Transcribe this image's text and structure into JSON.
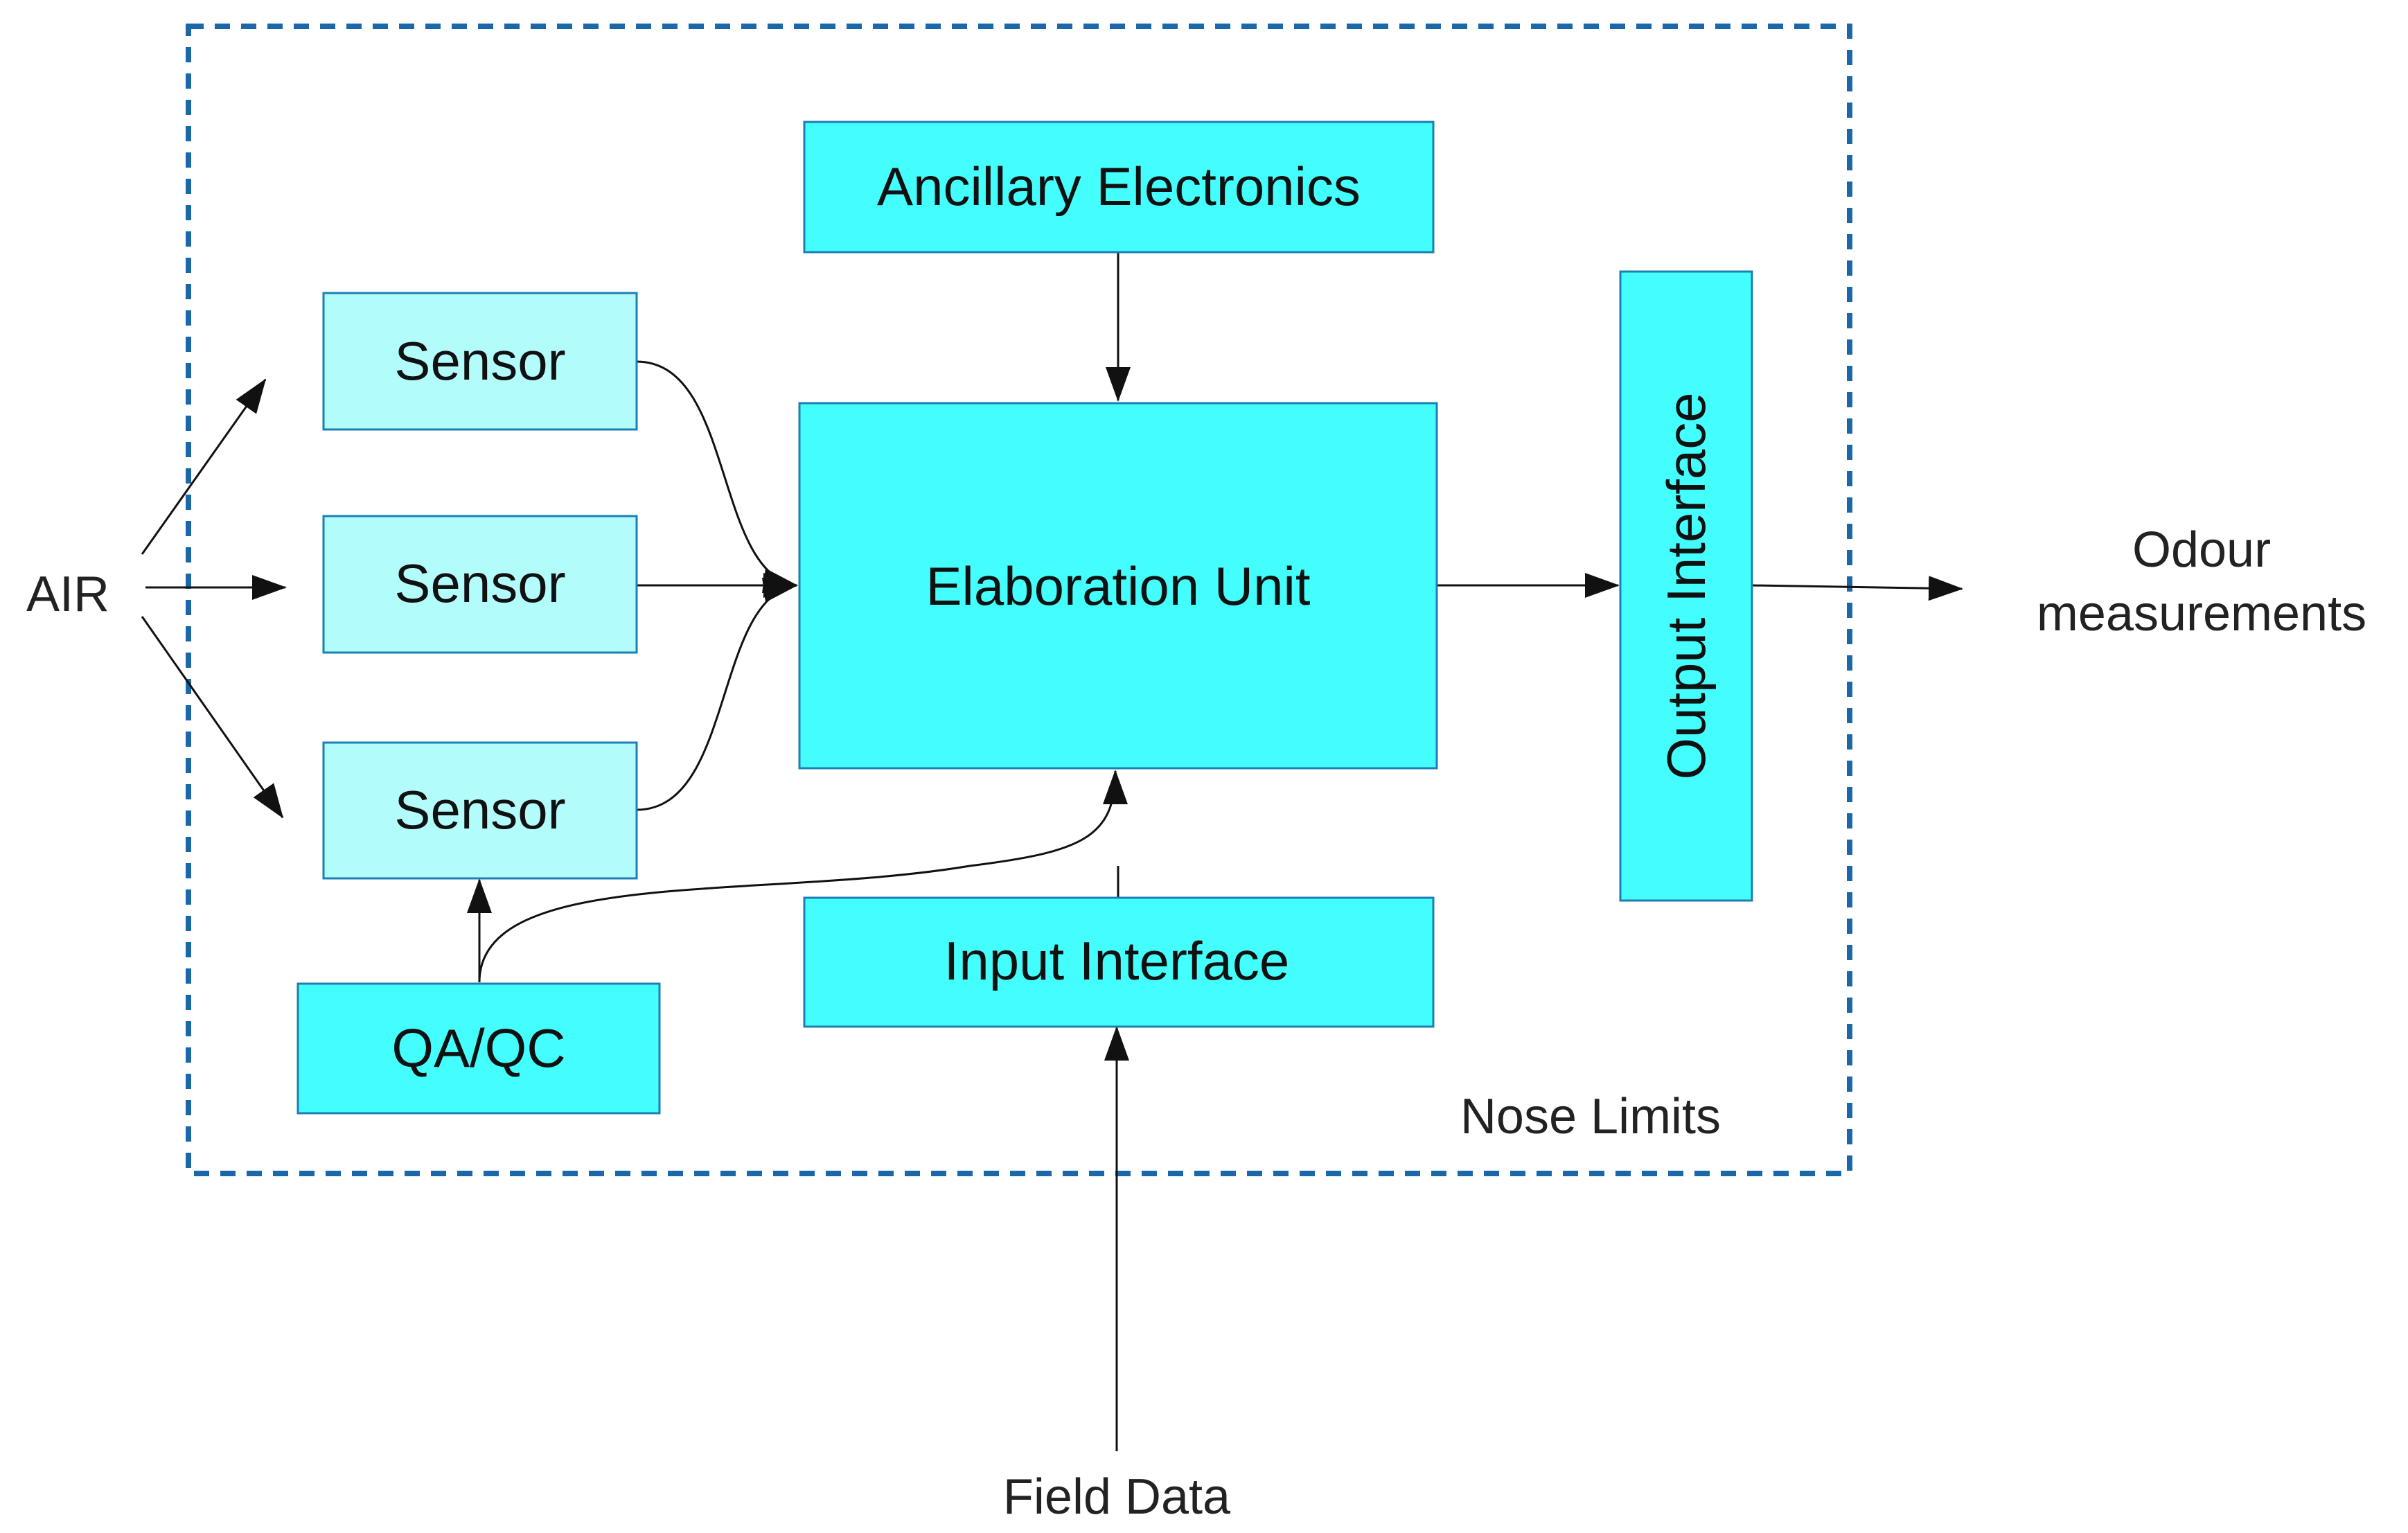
{
  "colors": {
    "primary_block": "#44fdfd",
    "sensor_block": "#b2fcfc",
    "block_border": "#1c7fb3",
    "boundary": "#1a67aa",
    "arrow": "#111111"
  },
  "boundary": {
    "label": "Nose Limits"
  },
  "inputs": {
    "air_label": "AIR",
    "field_data_label": "Field Data"
  },
  "blocks": {
    "ancillary": "Ancillary Electronics",
    "sensors": [
      "Sensor",
      "Sensor",
      "Sensor"
    ],
    "qaqc": "QA/QC",
    "elaboration": "Elaboration Unit",
    "input_interface": "Input Interface",
    "output_interface": "Output Interface"
  },
  "outputs": {
    "line1": "Odour",
    "line2": "measurements"
  }
}
